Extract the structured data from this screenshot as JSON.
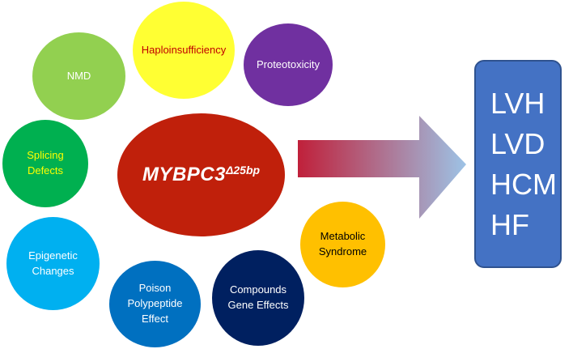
{
  "center": {
    "gene": "MYBPC3",
    "superscript": "Δ25bp",
    "color": "#c0200b"
  },
  "mechanisms": [
    {
      "id": "haploinsufficiency",
      "label": "Haploinsufficiency",
      "color": "#ffff33",
      "text_color": "#c00000"
    },
    {
      "id": "nmd",
      "label": "NMD",
      "color": "#92d050",
      "text_color": "#ffffff"
    },
    {
      "id": "proteotoxicity",
      "label": "Proteotoxicity",
      "color": "#7030a0",
      "text_color": "#ffffff"
    },
    {
      "id": "splicing-defects",
      "label": "Splicing\nDefects",
      "color": "#00b050",
      "text_color": "#ffff00"
    },
    {
      "id": "epigenetic-changes",
      "label": "Epigenetic\nChanges",
      "color": "#00b0f0",
      "text_color": "#ffffff"
    },
    {
      "id": "poison-polypeptide",
      "label": "Poison\nPolypeptide\nEffect",
      "color": "#0070c0",
      "text_color": "#ffffff"
    },
    {
      "id": "compounds-gene-effects",
      "label": "Compounds\nGene Effects",
      "color": "#002060",
      "text_color": "#ffffff"
    },
    {
      "id": "metabolic-syndrome",
      "label": "Metabolic\nSyndrome",
      "color": "#ffc000",
      "text_color": "#000000"
    }
  ],
  "outcomes": [
    "LVH",
    "LVD",
    "HCM",
    "HF"
  ],
  "colors": {
    "box": "#4472c4",
    "arrow_start": "#c0203a",
    "arrow_end": "#9dc3e6"
  }
}
